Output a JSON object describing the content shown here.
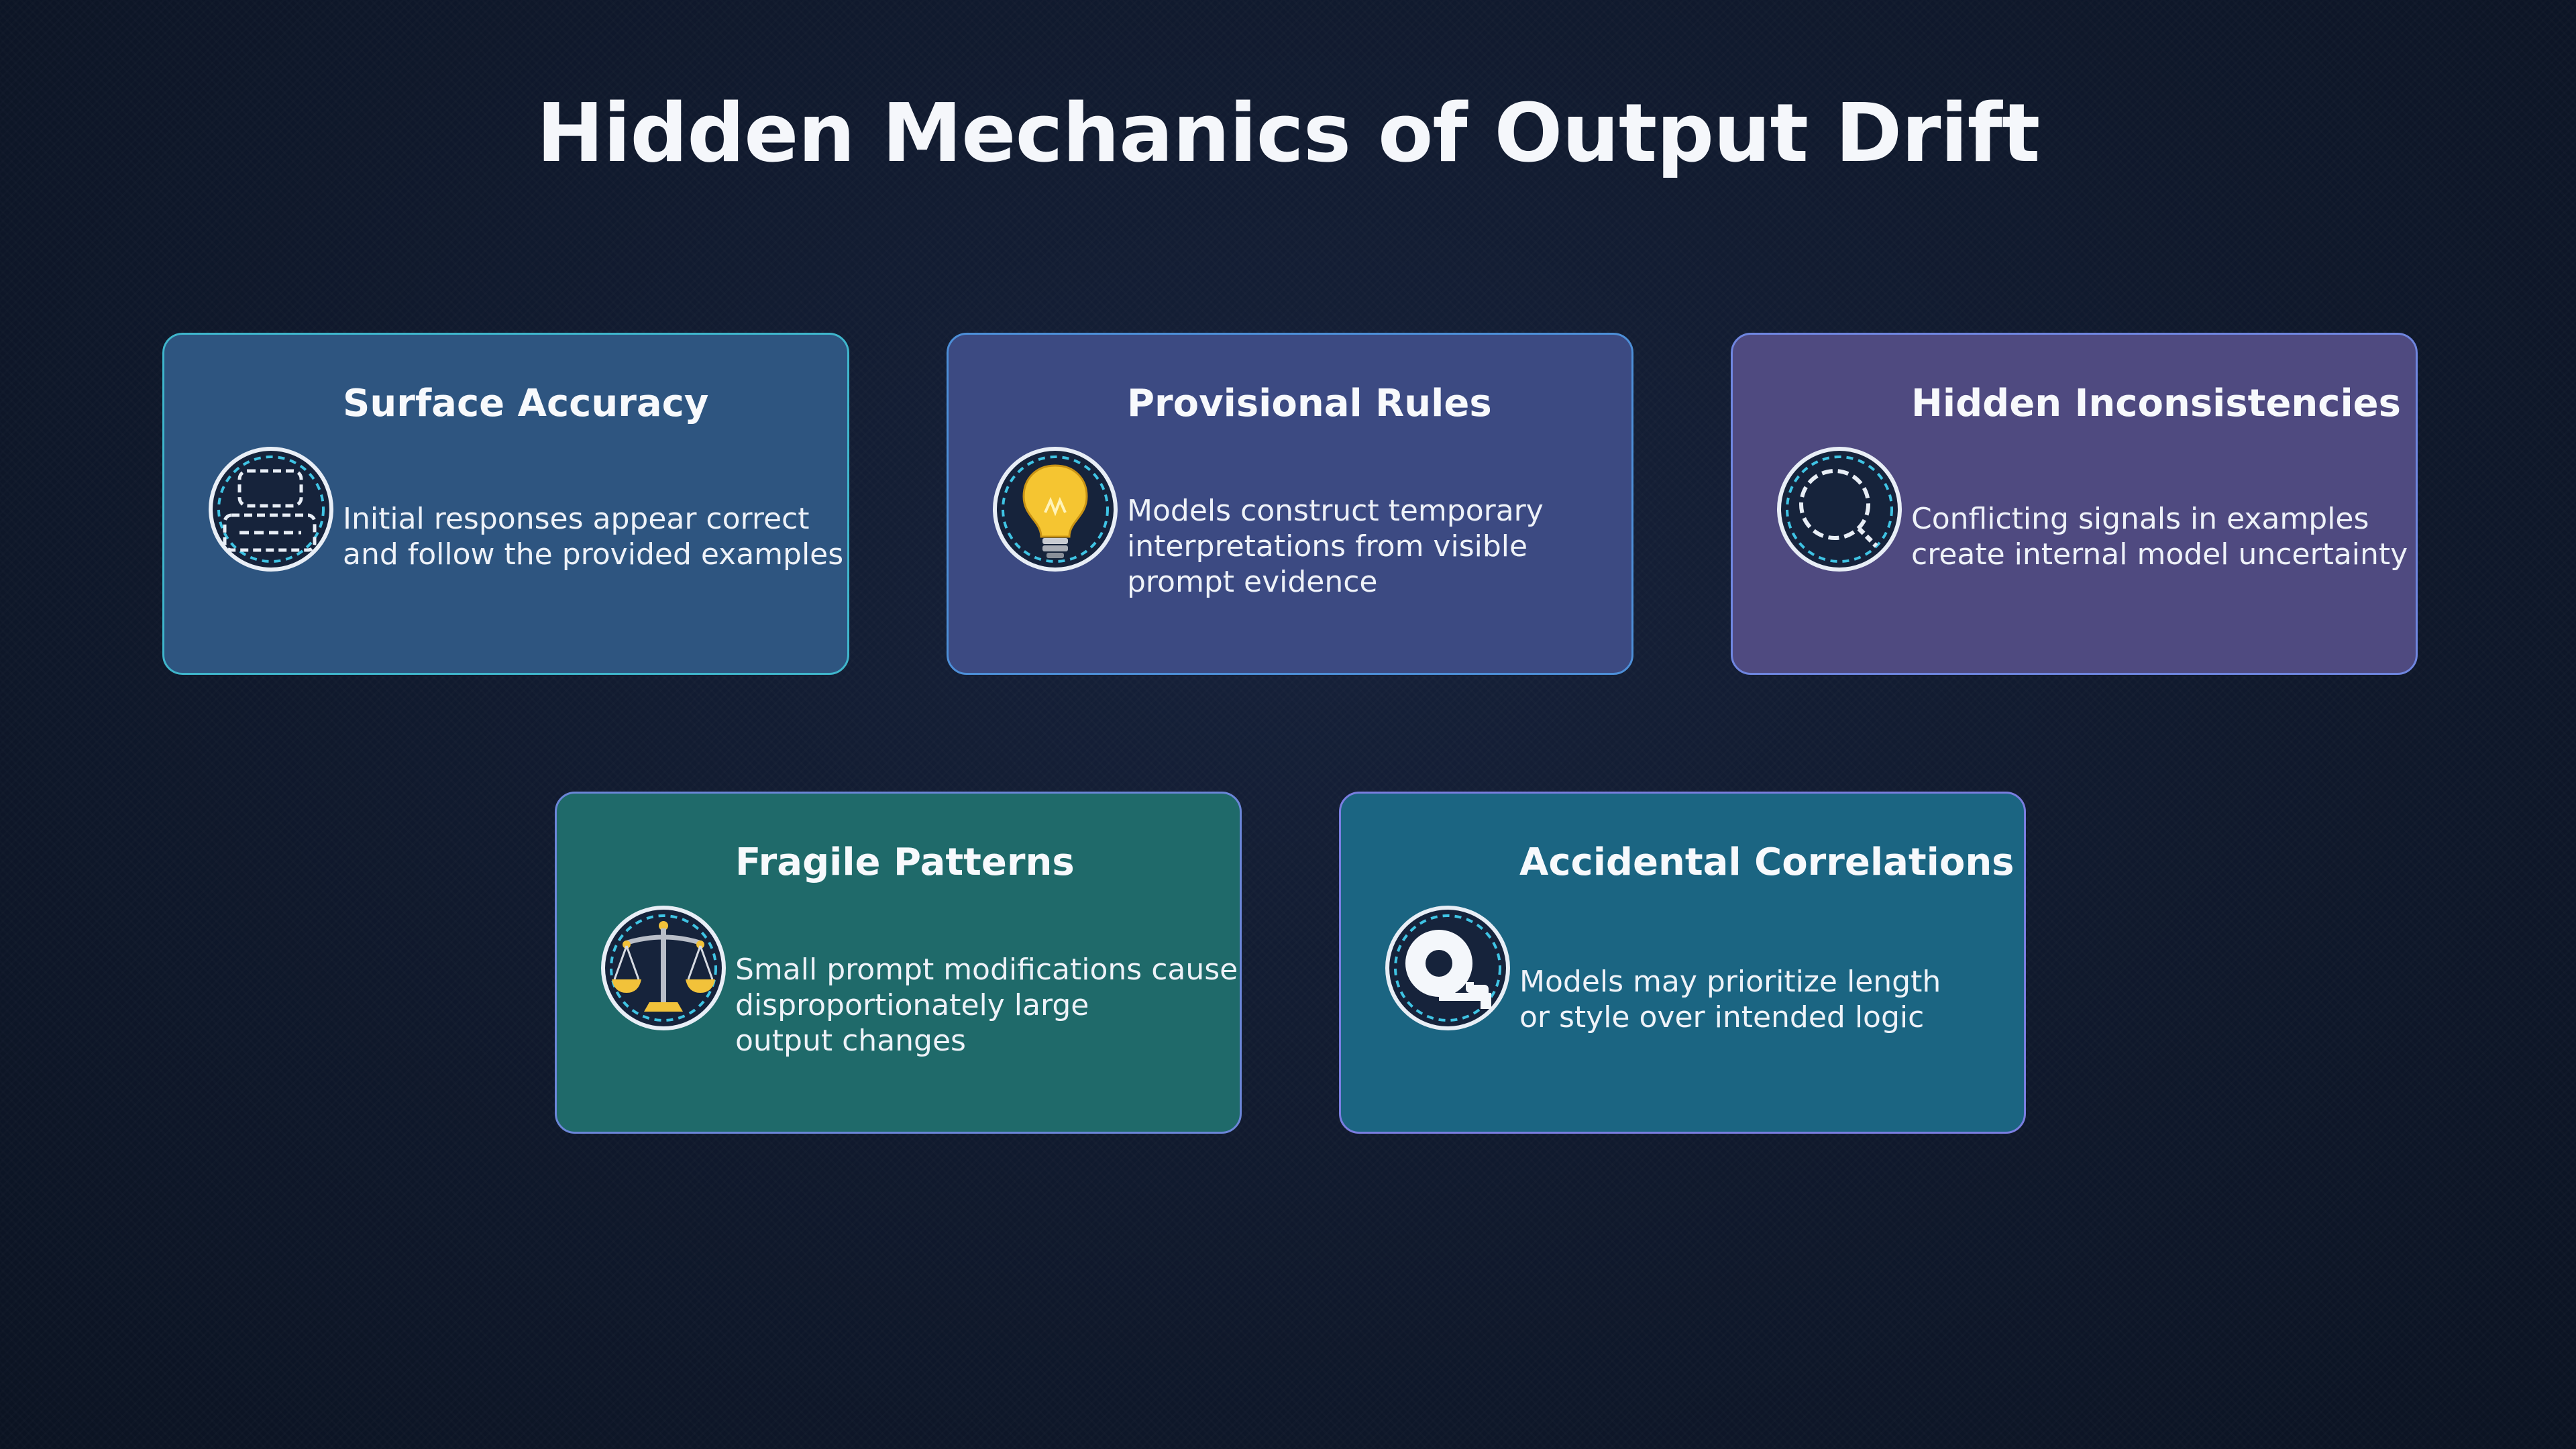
{
  "title": "Hidden Mechanics of Output Drift",
  "colors": {
    "background": "#0f182b",
    "icon_ring_dash": "#3fc4e4",
    "icon_accent": "#f2c23a"
  },
  "cards": [
    {
      "heading": "Surface Accuracy",
      "icon": "dashed-layout-icon",
      "lines": [
        "Initial responses appear correct",
        "and follow the provided examples"
      ]
    },
    {
      "heading": "Provisional Rules",
      "icon": "lightbulb-icon",
      "lines": [
        "Models construct temporary",
        "interpretations from visible",
        "prompt evidence"
      ]
    },
    {
      "heading": "Hidden Inconsistencies",
      "icon": "magnifier-icon",
      "lines": [
        "Conflicting signals in examples",
        "create internal model uncertainty"
      ]
    },
    {
      "heading": "Fragile Patterns",
      "icon": "scales-icon",
      "lines": [
        "Small prompt modifications cause",
        "disproportionately large",
        "output changes"
      ]
    },
    {
      "heading": "Accidental Correlations",
      "icon": "tape-measure-icon",
      "lines": [
        "Models may prioritize length",
        "or style over intended logic"
      ]
    }
  ]
}
